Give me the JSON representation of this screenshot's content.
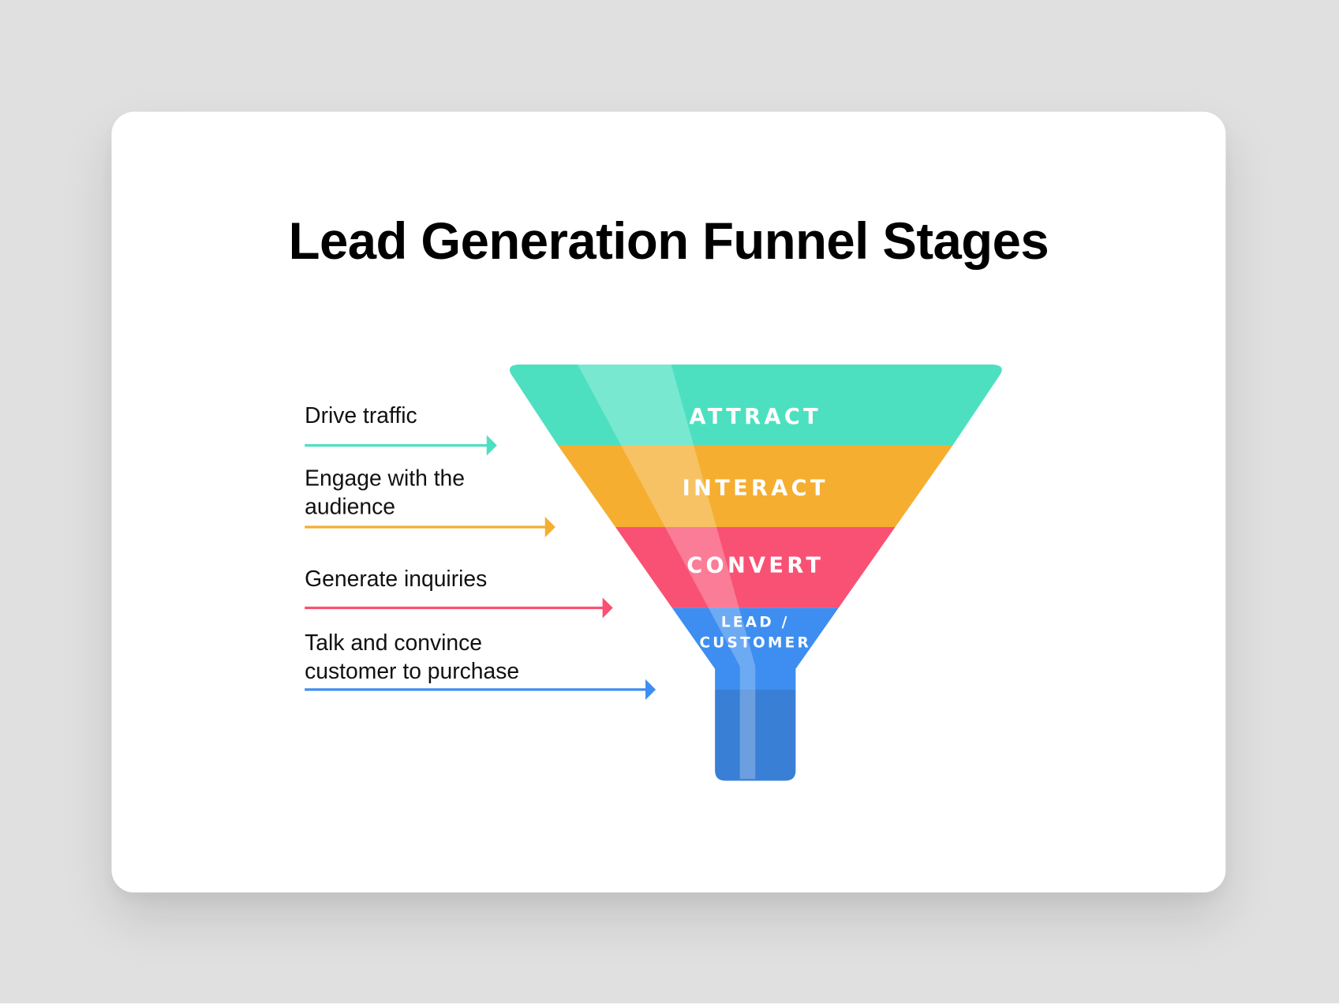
{
  "title": "Lead Generation Funnel Stages",
  "stages": [
    {
      "label": "ATTRACT",
      "description": "Drive traffic",
      "color": "#4de0c0"
    },
    {
      "label": "INTERACT",
      "description": "Engage with the audience",
      "color": "#f5ae30"
    },
    {
      "label": "CONVERT",
      "description": "Generate inquiries",
      "color": "#f95173"
    },
    {
      "label_line1": "LEAD /",
      "label_line2": "CUSTOMER",
      "description": "Talk and convince customer to purchase",
      "color": "#3d8ef0"
    }
  ]
}
